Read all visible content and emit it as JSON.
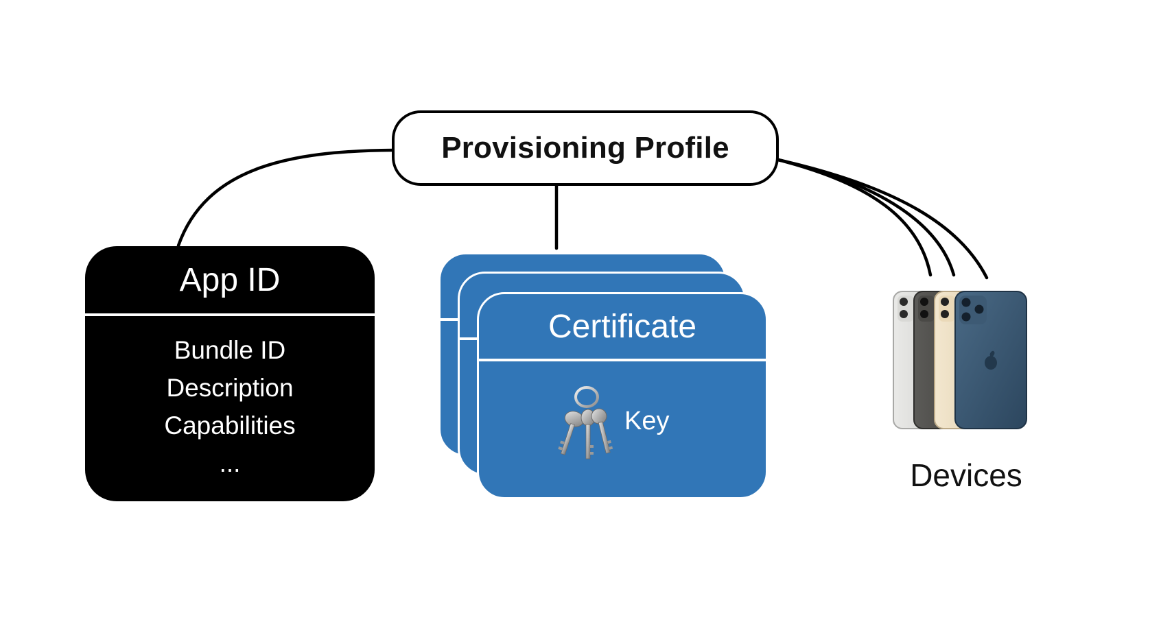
{
  "diagram": {
    "profile": {
      "title": "Provisioning Profile"
    },
    "app_id": {
      "title": "App ID",
      "fields": [
        "Bundle ID",
        "Description",
        "Capabilities",
        "..."
      ]
    },
    "certificate": {
      "title": "Certificate",
      "key_label": "Key",
      "key_icon": "keys-icon"
    },
    "devices": {
      "label": "Devices",
      "icon": "iphones-icon"
    }
  },
  "colors": {
    "certificate_fill": "#3176b7",
    "app_id_fill": "#000000",
    "connector": "#000000",
    "background": "#ffffff"
  }
}
